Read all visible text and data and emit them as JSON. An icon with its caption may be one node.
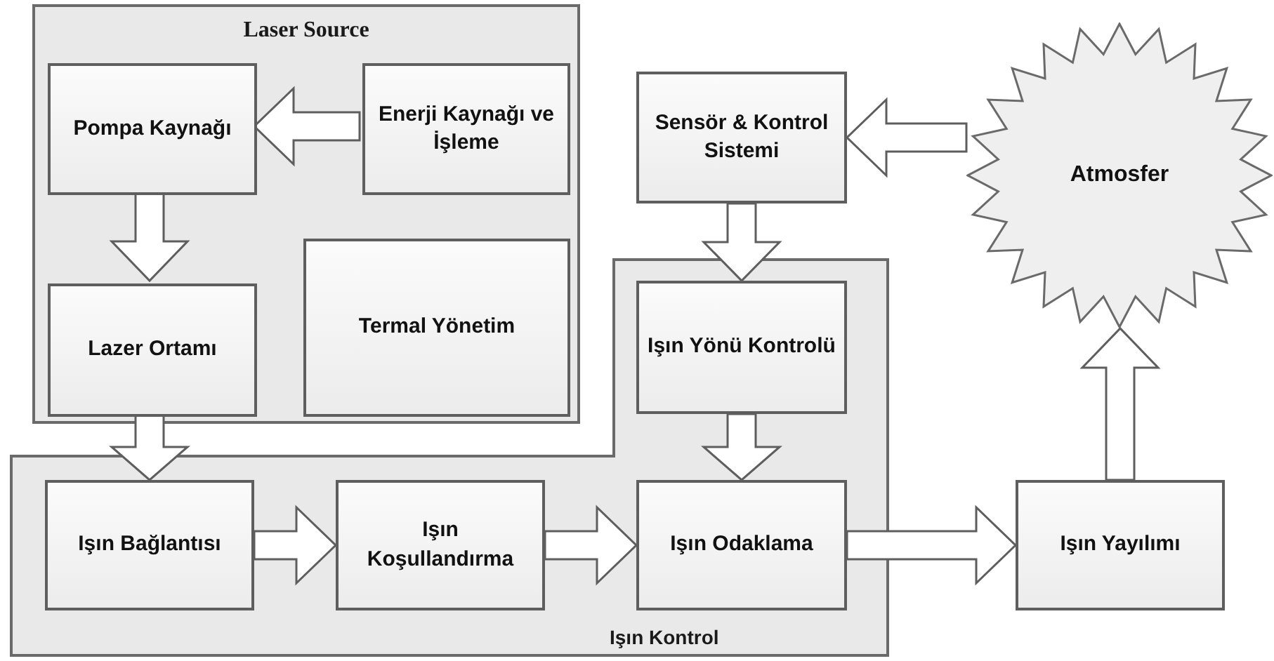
{
  "diagram": {
    "nodes": [
      {
        "text": [
          "Laser Source"
        ]
      },
      {
        "text": [
          "Pompa Kaynağı"
        ],
        "in": 0
      },
      {
        "text": [
          "Enerji Kaynağı ve İşleme"
        ],
        "in": 0
      },
      {
        "text": [
          "Lazer Ortamı"
        ],
        "in": 0
      },
      {
        "text": [
          "Termal Yönetim"
        ],
        "in": 0
      },
      {
        "text": [
          "Işın Kontrol"
        ]
      },
      {
        "text": [
          "Işın Bağlantısı"
        ],
        "in": 5
      },
      {
        "text": [
          "Işın Koşullandırma"
        ],
        "in": 5
      },
      {
        "text": [
          "Sensör & Kontrol Sistemi"
        ]
      },
      {
        "text": [
          "Işın Yönü Kontrolü"
        ],
        "in": 5
      },
      {
        "text": [
          "Işın Odaklama"
        ],
        "in": 5
      },
      {
        "text": [
          "Işın Yayılımı"
        ]
      },
      {
        "text": [
          "Atmosfer"
        ]
      }
    ],
    "edges": [
      {
        "from": 2,
        "to": 1,
        "arrow": "to"
      },
      {
        "from": 1,
        "to": 3,
        "arrow": "to"
      },
      {
        "from": 3,
        "to": 6,
        "arrow": "to"
      },
      {
        "from": 6,
        "to": 7,
        "arrow": "to"
      },
      {
        "from": 7,
        "to": 10,
        "arrow": "to"
      },
      {
        "from": 10,
        "to": 11,
        "arrow": "to"
      },
      {
        "from": 11,
        "to": 12,
        "arrow": "to"
      },
      {
        "from": 12,
        "to": 8,
        "arrow": "to"
      },
      {
        "from": 8,
        "to": 9,
        "arrow": "to"
      },
      {
        "from": 9,
        "to": 10,
        "arrow": "to"
      }
    ]
  }
}
